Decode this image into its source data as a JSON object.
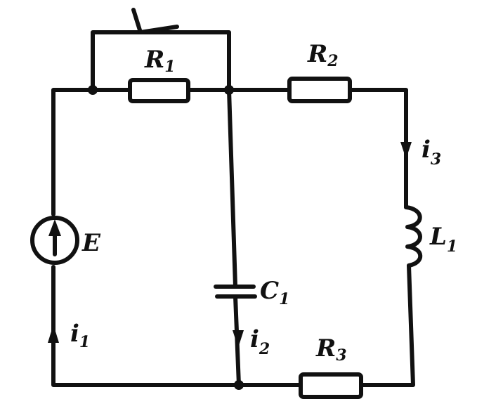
{
  "labels": {
    "r1": {
      "main": "R",
      "sub": "1"
    },
    "r2": {
      "main": "R",
      "sub": "2"
    },
    "r3": {
      "main": "R",
      "sub": "3"
    },
    "c1": {
      "main": "C",
      "sub": "1"
    },
    "l1": {
      "main": "L",
      "sub": "1"
    },
    "e": {
      "main": "E"
    },
    "i1": {
      "main": "i",
      "sub": "1"
    },
    "i2": {
      "main": "i",
      "sub": "2"
    },
    "i3": {
      "main": "i",
      "sub": "3"
    }
  }
}
